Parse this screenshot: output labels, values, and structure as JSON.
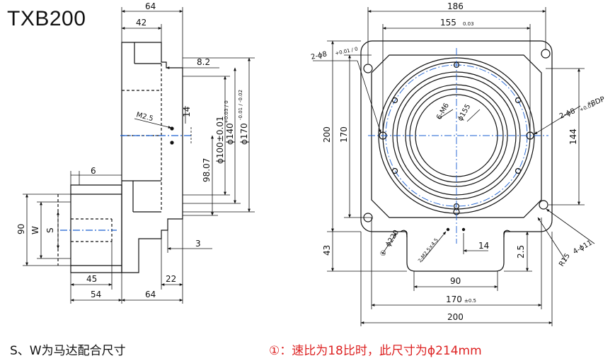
{
  "model": "TXB200",
  "note_left": "S、W为马达配合尺寸",
  "note_right": "①：速比为18比时，此尺寸为ϕ214mm",
  "colors": {
    "line": "#111111",
    "center_line": "#1a5fd0",
    "note_red": "#dd2222"
  },
  "side_view": {
    "dim_64_top": "64",
    "dim_42": "42",
    "dim_8_2": "8.2",
    "dim_14": "14",
    "dim_m2_5": "M2.5",
    "dim_d100": "ϕ100±0.01",
    "dim_d140": "ϕ140",
    "dim_d140_tol": "+0.03 / 0",
    "dim_d170": "ϕ170",
    "dim_d170_tol": "-0.01 / -0.02",
    "dim_98_07": "98.07",
    "dim_6": "6",
    "dim_90": "90",
    "dim_w": "W",
    "dim_s": "S",
    "dim_3": "3",
    "dim_45": "45",
    "dim_22": "22",
    "dim_54": "54",
    "dim_64_bottom": "64"
  },
  "front_view": {
    "dim_186": "186",
    "dim_155": "155",
    "dim_155_tol": "0.03",
    "dim_2_d8": "2-ϕ8",
    "dim_2_d8_tol": "+0.01 / 0",
    "dim_2_d8_dp": "2-ϕ8",
    "dim_2_d8_dp_tol": "+0.01",
    "dim_2_d8_dp_suffix": "*8DP",
    "dim_6_m6": "6-M6",
    "dim_d155": "ϕ155",
    "dim_200_v": "200",
    "dim_170_v": "170",
    "dim_144": "144",
    "dim_d220_circle": "①",
    "dim_d220": "ϕ220",
    "dim_small_hole": "2-M2.5×4.5",
    "dim_14": "14",
    "dim_2_5": "2.5",
    "dim_4_d11": "4-ϕ11",
    "dim_r15": "R15",
    "dim_43": "43",
    "dim_90": "90",
    "dim_170_h": "170",
    "dim_170_h_tol": "±0.5",
    "dim_200_h": "200"
  }
}
